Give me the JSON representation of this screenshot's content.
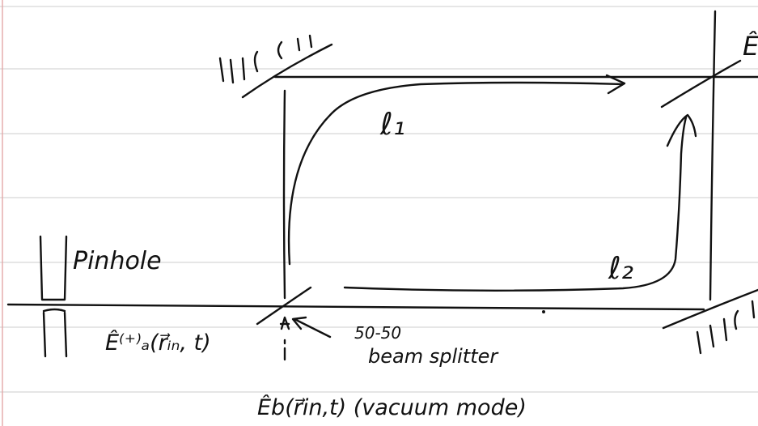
{
  "colors": {
    "paper": "#ffffff",
    "ink": "#111111",
    "ruled_line": "#d6d6d6",
    "margin_line": "#e3a7a7"
  },
  "labels": {
    "pinhole": "Pinhole",
    "path_1": "ℓ₁",
    "path_2": "ℓ₂",
    "input_field": "Ê⁽⁺⁾ₐ(r⃗ᵢₙ, t)",
    "vacuum_field": "Êb(r⃗in,t)  (vacuum mode)",
    "splitter_ratio": "50-50",
    "splitter_name": "beam splitter",
    "output_field": "Ê"
  }
}
